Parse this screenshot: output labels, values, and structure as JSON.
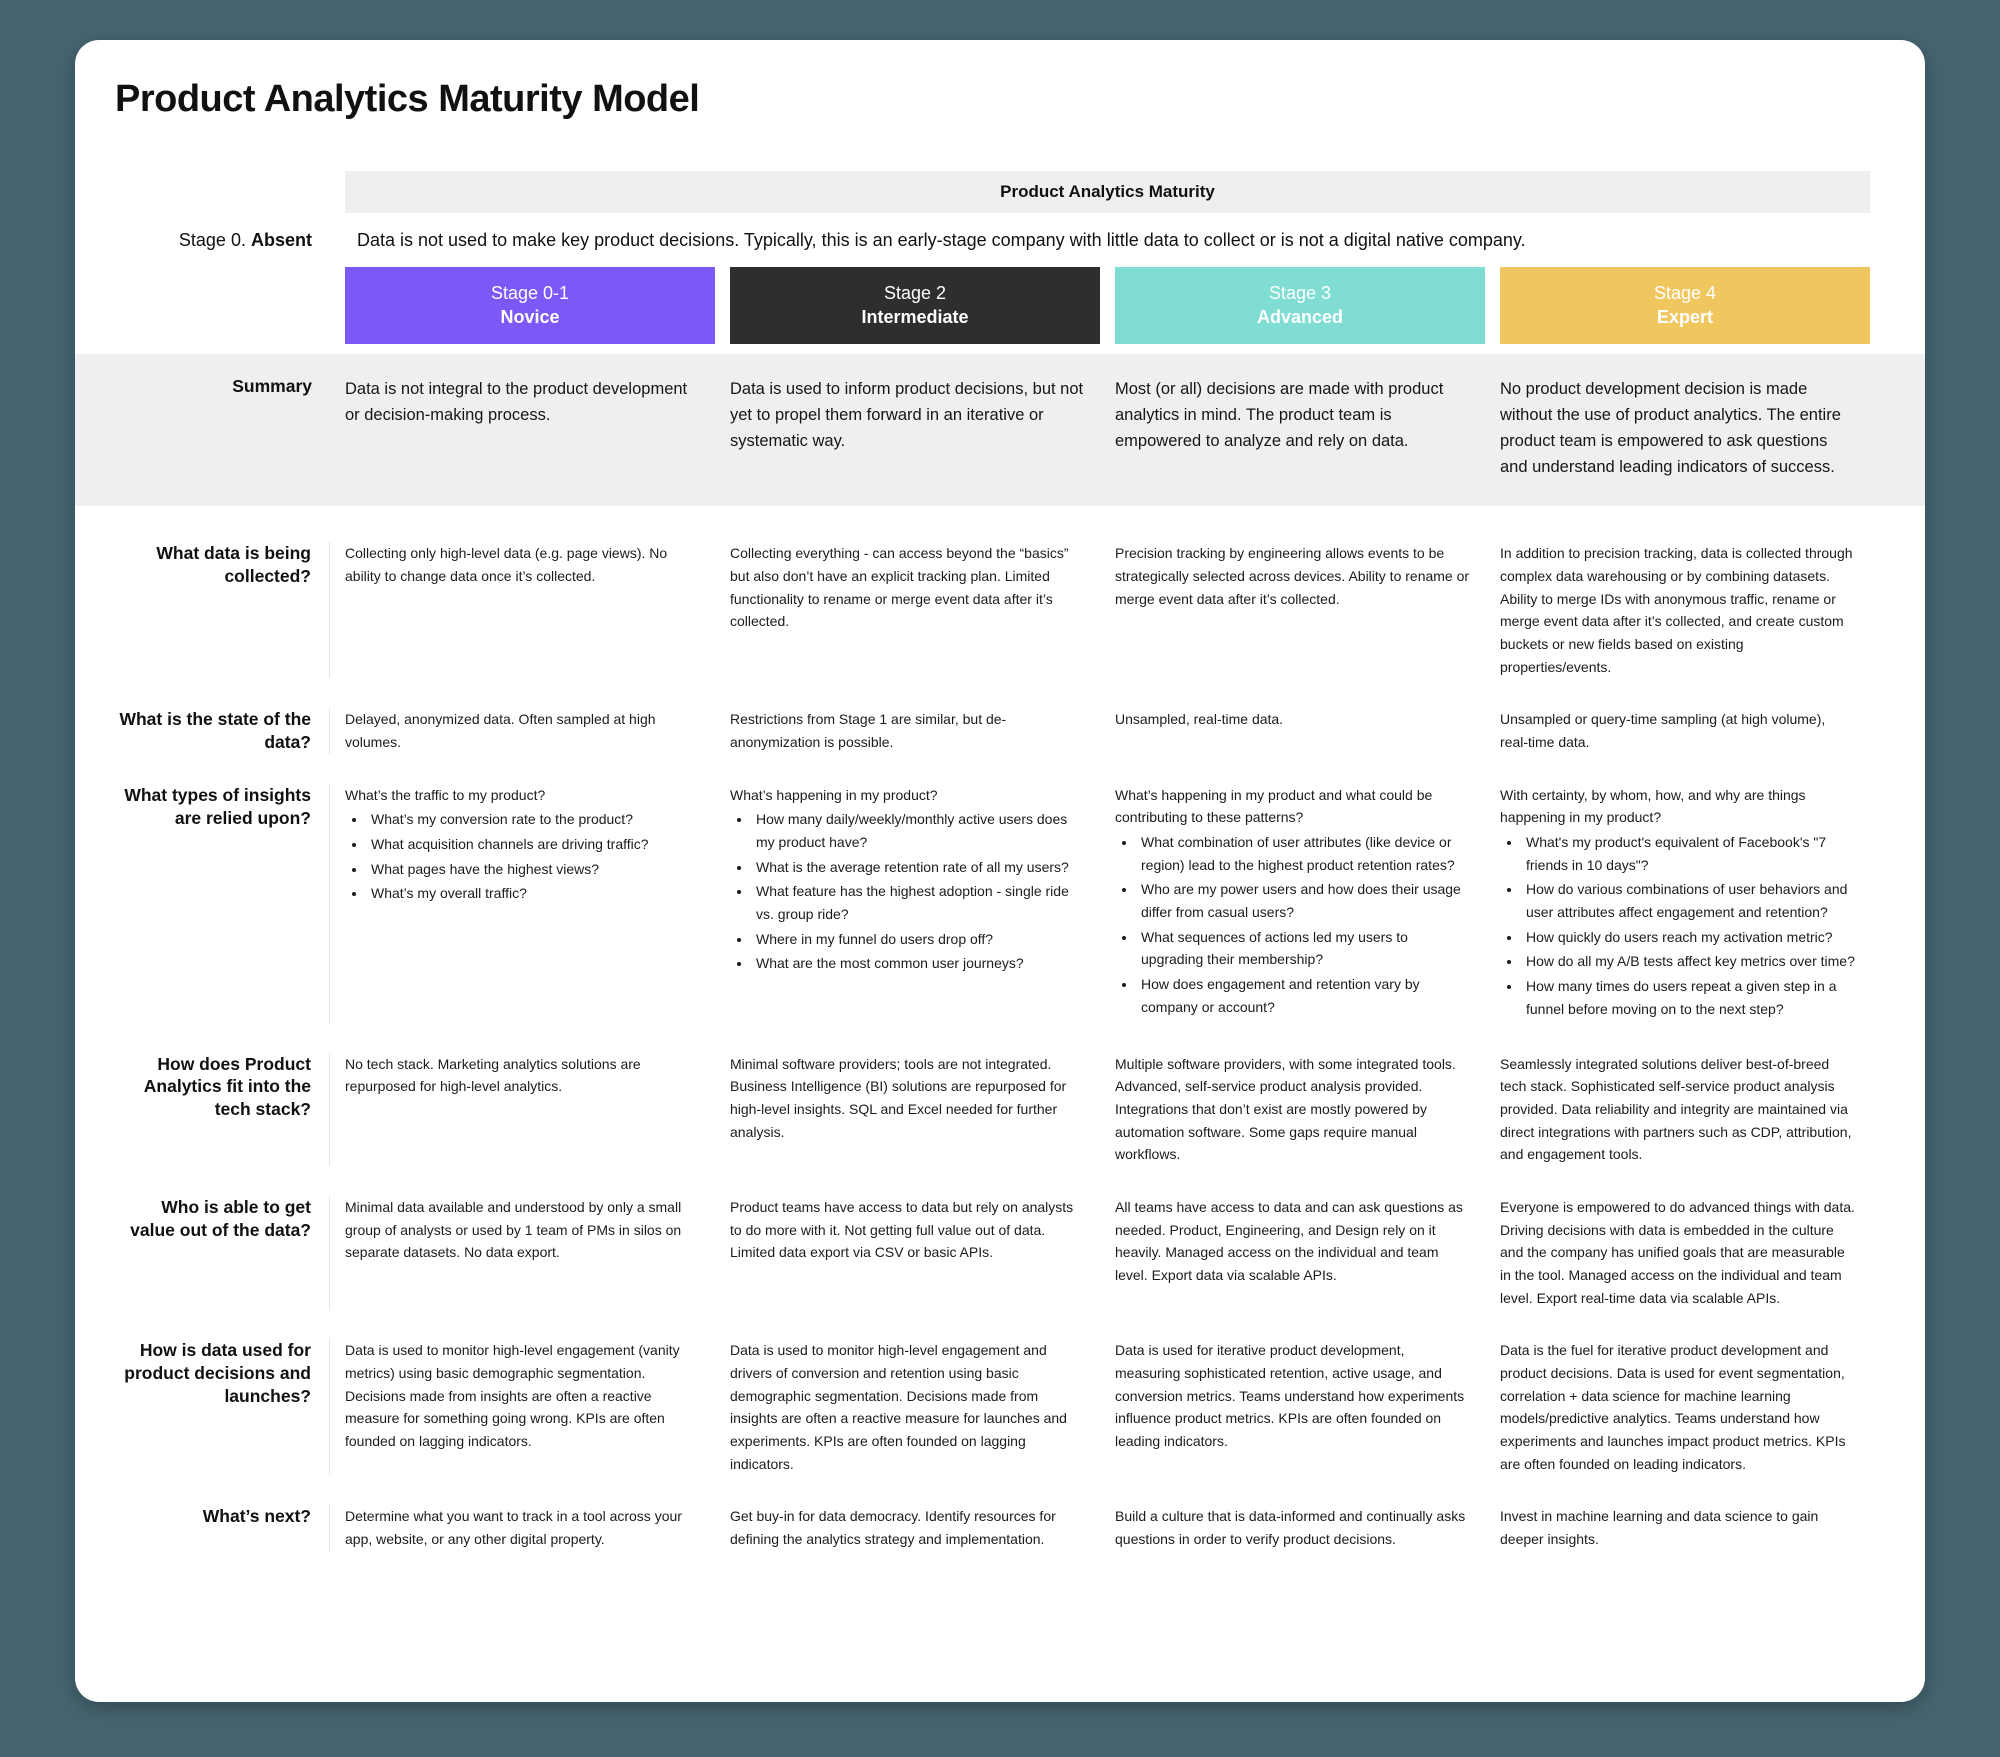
{
  "title": "Product Analytics Maturity Model",
  "table_header": "Product Analytics Maturity",
  "stage0": {
    "label_prefix": "Stage 0.",
    "label_bold": "Absent",
    "description": "Data is not used to make key product decisions. Typically, this is an early-stage company with little data to collect or is not a digital native company."
  },
  "stages": [
    {
      "line1": "Stage 0-1",
      "line2": "Novice",
      "color": "#7c58f6",
      "text_color": "#ffffff"
    },
    {
      "line1": "Stage 2",
      "line2": "Intermediate",
      "color": "#2e2e2e",
      "text_color": "#ffffff"
    },
    {
      "line1": "Stage 3",
      "line2": "Advanced",
      "color": "#7fddd4",
      "text_color": "#ffffff"
    },
    {
      "line1": "Stage 4",
      "line2": "Expert",
      "color": "#f0c65f",
      "text_color": "#ffffff"
    }
  ],
  "summary": {
    "label": "Summary",
    "cells": [
      {
        "text": "Data is not integral to the product development or decision-making process."
      },
      {
        "text": "Data is used to inform product decisions, but not yet to propel them forward in an iterative or systematic way."
      },
      {
        "text": "Most (or all) decisions are made with product analytics in mind. The product team is empowered to analyze and rely on data."
      },
      {
        "text": "No product development decision is made without the use of product analytics. The entire product team is empowered to ask questions and understand leading indicators of success."
      }
    ]
  },
  "rows": [
    {
      "label": "What data is being collected?",
      "cells": [
        {
          "text": "Collecting only high-level data (e.g. page views). No ability to change data once it’s collected."
        },
        {
          "text": "Collecting everything - can access beyond the “basics” but also don’t have an explicit tracking plan. Limited functionality to rename or merge event data after it’s collected."
        },
        {
          "text": "Precision tracking by engineering allows events to be strategically selected across devices. Ability to rename or merge event data after it’s collected."
        },
        {
          "text": "In addition to precision tracking, data is collected through complex data warehousing or by combining datasets. Ability to merge IDs with anonymous traffic, rename or merge event data after it’s collected, and create custom buckets or new fields based on existing properties/events."
        }
      ]
    },
    {
      "label": "What is the state of the data?",
      "cells": [
        {
          "text": "Delayed, anonymized data. Often sampled at high volumes."
        },
        {
          "text": "Restrictions from Stage 1 are similar, but de-anonymization is possible."
        },
        {
          "text": "Unsampled, real-time data."
        },
        {
          "text": "Unsampled or query-time sampling (at high volume), real-time data."
        }
      ]
    },
    {
      "label": "What types of insights are relied upon?",
      "cells": [
        {
          "intro": "What’s the traffic to my product?",
          "bullets": [
            "What’s my conversion rate to the product?",
            "What acquisition channels are driving traffic?",
            "What pages have the highest views?",
            "What’s my overall traffic?"
          ]
        },
        {
          "intro": "What’s happening in my product?",
          "bullets": [
            "How many daily/weekly/monthly active users does my product have?",
            "What is the average retention rate of all my users?",
            "What feature has the highest adoption - single ride vs. group ride?",
            "Where in my funnel do users drop off?",
            "What are the most common user journeys?"
          ]
        },
        {
          "intro": "What’s happening in my product and what could be contributing to these patterns?",
          "bullets": [
            "What combination of user attributes (like device or region) lead to the highest product retention rates?",
            "Who are my power users and how does their usage differ from casual users?",
            "What sequences of actions led my users to upgrading their membership?",
            "How does engagement and retention vary by company or account?"
          ]
        },
        {
          "intro": "With certainty, by whom, how, and why are things happening in my product?",
          "bullets": [
            "What's my product's equivalent of Facebook's \"7 friends in 10 days\"?",
            "How do various combinations of user behaviors and user attributes affect engagement and retention?",
            "How quickly do users reach my activation metric?",
            "How do all my A/B tests affect key metrics over time?",
            "How many times do users repeat a given step in a funnel before moving on to the next step?"
          ]
        }
      ]
    },
    {
      "label": "How does Product Analytics fit into the tech stack?",
      "cells": [
        {
          "text": "No tech stack. Marketing analytics solutions are repurposed for high-level analytics."
        },
        {
          "text": "Minimal software providers; tools are not integrated. Business Intelligence (BI) solutions are repurposed for high-level insights. SQL and Excel needed for further analysis."
        },
        {
          "text": "Multiple software providers, with some integrated tools. Advanced, self-service product analysis provided. Integrations that don’t exist are mostly powered by automation software. Some gaps require manual workflows."
        },
        {
          "text": "Seamlessly integrated solutions deliver best-of-breed tech stack. Sophisticated self-service product analysis provided. Data reliability and integrity are maintained via direct integrations with partners such as CDP, attribution, and engagement tools."
        }
      ]
    },
    {
      "label": "Who is able to get value out of the data?",
      "cells": [
        {
          "text": "Minimal data available and understood by only a small group of analysts or used by 1 team of PMs in silos on separate datasets. No data export."
        },
        {
          "text": "Product teams have access to data but rely on analysts to do more with it. Not getting full value out of data. Limited data export via CSV or basic APIs."
        },
        {
          "text": "All teams have access to data and can ask questions as needed. Product, Engineering, and Design rely on it heavily. Managed access on the individual and team level. Export data via scalable APIs."
        },
        {
          "text": "Everyone is empowered to do advanced things with data. Driving decisions with data is embedded in the culture and the company has unified goals that are measurable in the tool. Managed access on the individual and team level. Export real-time data via scalable APIs."
        }
      ]
    },
    {
      "label": "How is data used for product decisions and launches?",
      "cells": [
        {
          "text": "Data is used to monitor high-level engagement (vanity metrics) using basic demographic segmentation. Decisions made from insights are often a reactive measure for something going wrong. KPIs are often founded on lagging indicators."
        },
        {
          "text": "Data is used to monitor high-level engagement and drivers of conversion and retention using basic demographic segmentation. Decisions made from insights are often a reactive measure for launches and experiments. KPIs are often founded on lagging indicators."
        },
        {
          "text": "Data is used for iterative product development, measuring sophisticated retention, active usage, and conversion metrics. Teams understand how experiments influence product metrics. KPIs are often founded on leading indicators."
        },
        {
          "text": "Data is the fuel for iterative product development and product decisions. Data is used for event segmentation, correlation + data science for machine learning models/predictive analytics. Teams understand how experiments and launches impact product metrics. KPIs are often founded on leading indicators."
        }
      ]
    },
    {
      "label": "What’s next?",
      "cells": [
        {
          "text": "Determine what you want to track in a tool across your app, website, or any other digital property."
        },
        {
          "text": "Get buy-in for data democracy. Identify resources for defining the analytics strategy and implementation."
        },
        {
          "text": "Build a culture that is data-informed and continually asks questions in order to verify product decisions."
        },
        {
          "text": "Invest in machine learning and data science to gain deeper insights."
        }
      ]
    }
  ]
}
